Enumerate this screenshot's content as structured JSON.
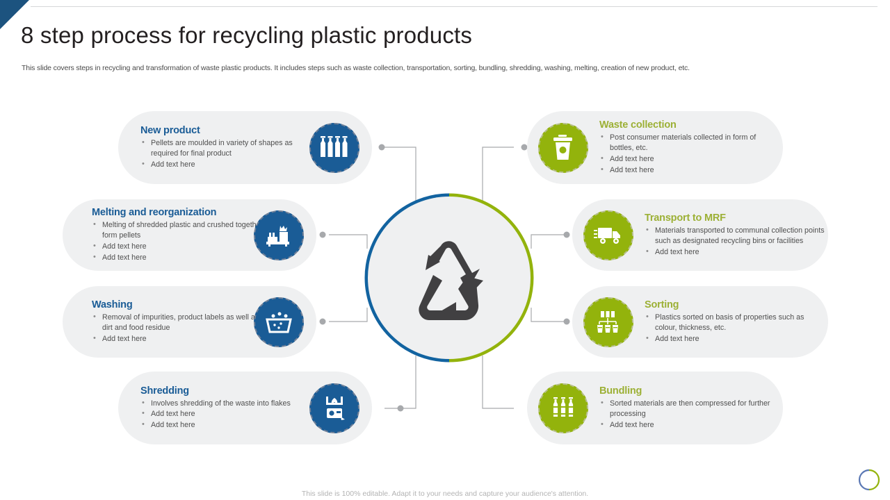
{
  "header": {
    "title": "8 step process for recycling plastic products",
    "subtitle": "This slide covers steps in recycling and transformation of waste plastic products. It includes steps such as waste collection, transportation, sorting, bundling, shredding, washing, melting, creation of new product, etc."
  },
  "colors": {
    "blue": "#1a5c96",
    "green": "#93b30c",
    "green_heading": "#9cb035",
    "card_bg": "#eff0f1",
    "glyph_gray": "#414042",
    "connector": "#a7a9ac",
    "corner_triangle": "#1c537f"
  },
  "center": {
    "icon": "recycle-icon",
    "ring_left_color": "#1263a0",
    "ring_right_color": "#93b30c",
    "disc_color": "#eff0f1"
  },
  "steps": [
    {
      "id": "new-product",
      "title": "New product",
      "theme": "blue",
      "icon": "bottles-row-icon",
      "side": "left",
      "bullets": [
        "Pellets are moulded in variety of shapes as required for final product",
        "Add text here"
      ]
    },
    {
      "id": "melting-and-reorganization",
      "title": "Melting and reorganization",
      "theme": "blue",
      "icon": "factory-melting-icon",
      "side": "left",
      "bullets": [
        "Melting of shredded plastic and crushed together to form pellets",
        "Add text here",
        "Add text here"
      ]
    },
    {
      "id": "washing",
      "title": "Washing",
      "theme": "blue",
      "icon": "wash-basin-icon",
      "side": "left",
      "bullets": [
        "Removal of impurities, product labels as well as dirt and food residue",
        "Add text here"
      ]
    },
    {
      "id": "shredding",
      "title": "Shredding",
      "theme": "blue",
      "icon": "shredder-icon",
      "side": "left",
      "bullets": [
        "Involves shredding of the waste into flakes",
        "Add text here",
        "Add text here"
      ]
    },
    {
      "id": "waste-collection",
      "title": "Waste collection",
      "theme": "green",
      "icon": "trash-bin-icon",
      "side": "right",
      "bullets": [
        "Post consumer materials collected in form of bottles, etc.",
        "Add text here",
        "Add text here"
      ]
    },
    {
      "id": "transport-to-mrf",
      "title": "Transport to MRF",
      "theme": "green",
      "icon": "truck-icon",
      "side": "right",
      "bullets": [
        "Materials transported to communal collection points such as designated recycling bins or facilities",
        "Add text here"
      ]
    },
    {
      "id": "sorting",
      "title": "Sorting",
      "theme": "green",
      "icon": "sorting-icon",
      "side": "right",
      "bullets": [
        "Plastics sorted on basis of properties such as colour, thickness, etc.",
        "Add text here"
      ]
    },
    {
      "id": "bundling",
      "title": "Bundling",
      "theme": "green",
      "icon": "bundled-bottles-icon",
      "side": "right",
      "bullets": [
        "Sorted materials are then compressed for further processing",
        "Add text here"
      ]
    }
  ],
  "footer": {
    "note": "This slide is 100% editable. Adapt it to your needs and capture your audience's attention.",
    "logo": "ring-logo"
  }
}
